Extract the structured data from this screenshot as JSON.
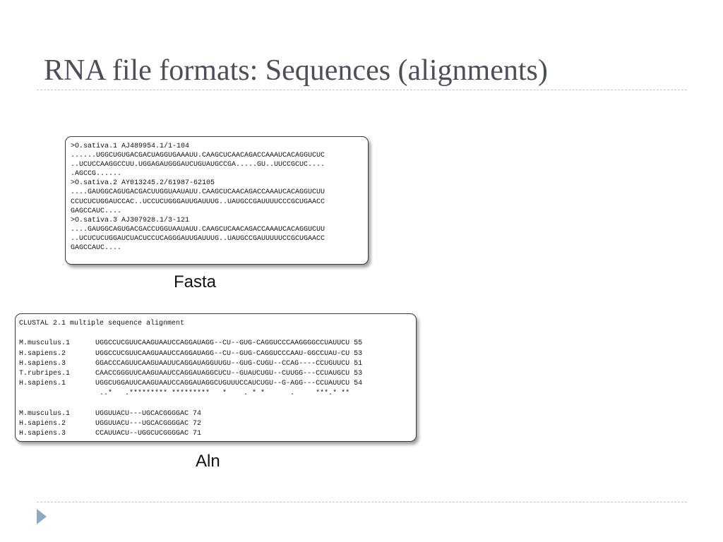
{
  "slide": {
    "title": "RNA file formats: Sequences (alignments)"
  },
  "fasta": {
    "caption": "Fasta",
    "lines": [
      ">O.sativa.1 AJ489954.1/1-104",
      "......UGGCUGUGACGACUAGGUGAAAUU.CAAGCUCAACAGACCAAAUCACAGGUCUC",
      "..UCUCCAAGGCCUU.UGGAGAUGGGAUCUGUAUGCCGA.....GU..UUCCGCUC....",
      ".AGCCG......",
      ">O.sativa.2 AY013245.2/61987-62105",
      "....GAUGGCAGUGACGACUUGGUAAUAUU.CAAGCUCAACAGACCAAAUCACAGGUCUU",
      "CCUCUCUGGAUCCAC..UCCUCUGGGAUUGAUUUG..UAUGCCGAUUUUCCCGCUGAACC",
      "GAGCCAUC....",
      ">O.sativa.3 AJ307928.1/3-121",
      "....GAUGGCAGUGACGACCUGGUAAUAUU.CAAGCUCAACAGACCAAAUCACAGGUCUU",
      "..UCUCUCUGGAUCUACUCCUCAGGGAUUGAUUUG..UAUGCCGAUUUUUCCGCUGAACC",
      "GAGCCAUC...."
    ]
  },
  "aln": {
    "caption": "Aln",
    "lines": [
      "CLUSTAL 2.1 multiple sequence alignment",
      "",
      "M.musculus.1      UGGCCUCGUUCAAGUAAUCCAGGAUAGG--CU--GUG-CAGGUCCCAAGGGGCCUAUUCU 55",
      "H.sapiens.2       UGGCCUCGUUCAAGUAAUCCAGGAUAGG--CU--GUG-CAGGUCCCAAU-GGCCUAU-CU 53",
      "H.sapiens.3       GGACCCAGUUCAAGUAAUUCAGGAUAGGUUGU--GUG-CUGU--CCAG----CCUGUUCU 51",
      "T.rubripes.1      CAACCGGGUUCAAGUAAUCCAGGAUAGGCUCU--GUAUCUGU--CUUGG---CCUAUGCU 53",
      "H.sapiens.1       UGGCUGGAUUCAAGUAAUCCAGGAUAGGCUGUUUCCAUCUGU--G-AGG---CCUAUUCU 54",
      "                   ..*   .********* *********   *    . * *      .     ***.* **",
      "",
      "M.musculus.1      UGGUUACU---UGCACGGGGAC 74",
      "H.sapiens.2       UGGUUACU---UGCACGGGGAC 72",
      "H.sapiens.3       CCAUUACU--UGGCUCGGGGAC 71"
    ]
  },
  "colors": {
    "title": "#4a4f5b",
    "rule": "#b9c7d1",
    "bullet": "#8fa9c0"
  },
  "icons": {
    "bullet": "bullet-triangle-icon"
  }
}
